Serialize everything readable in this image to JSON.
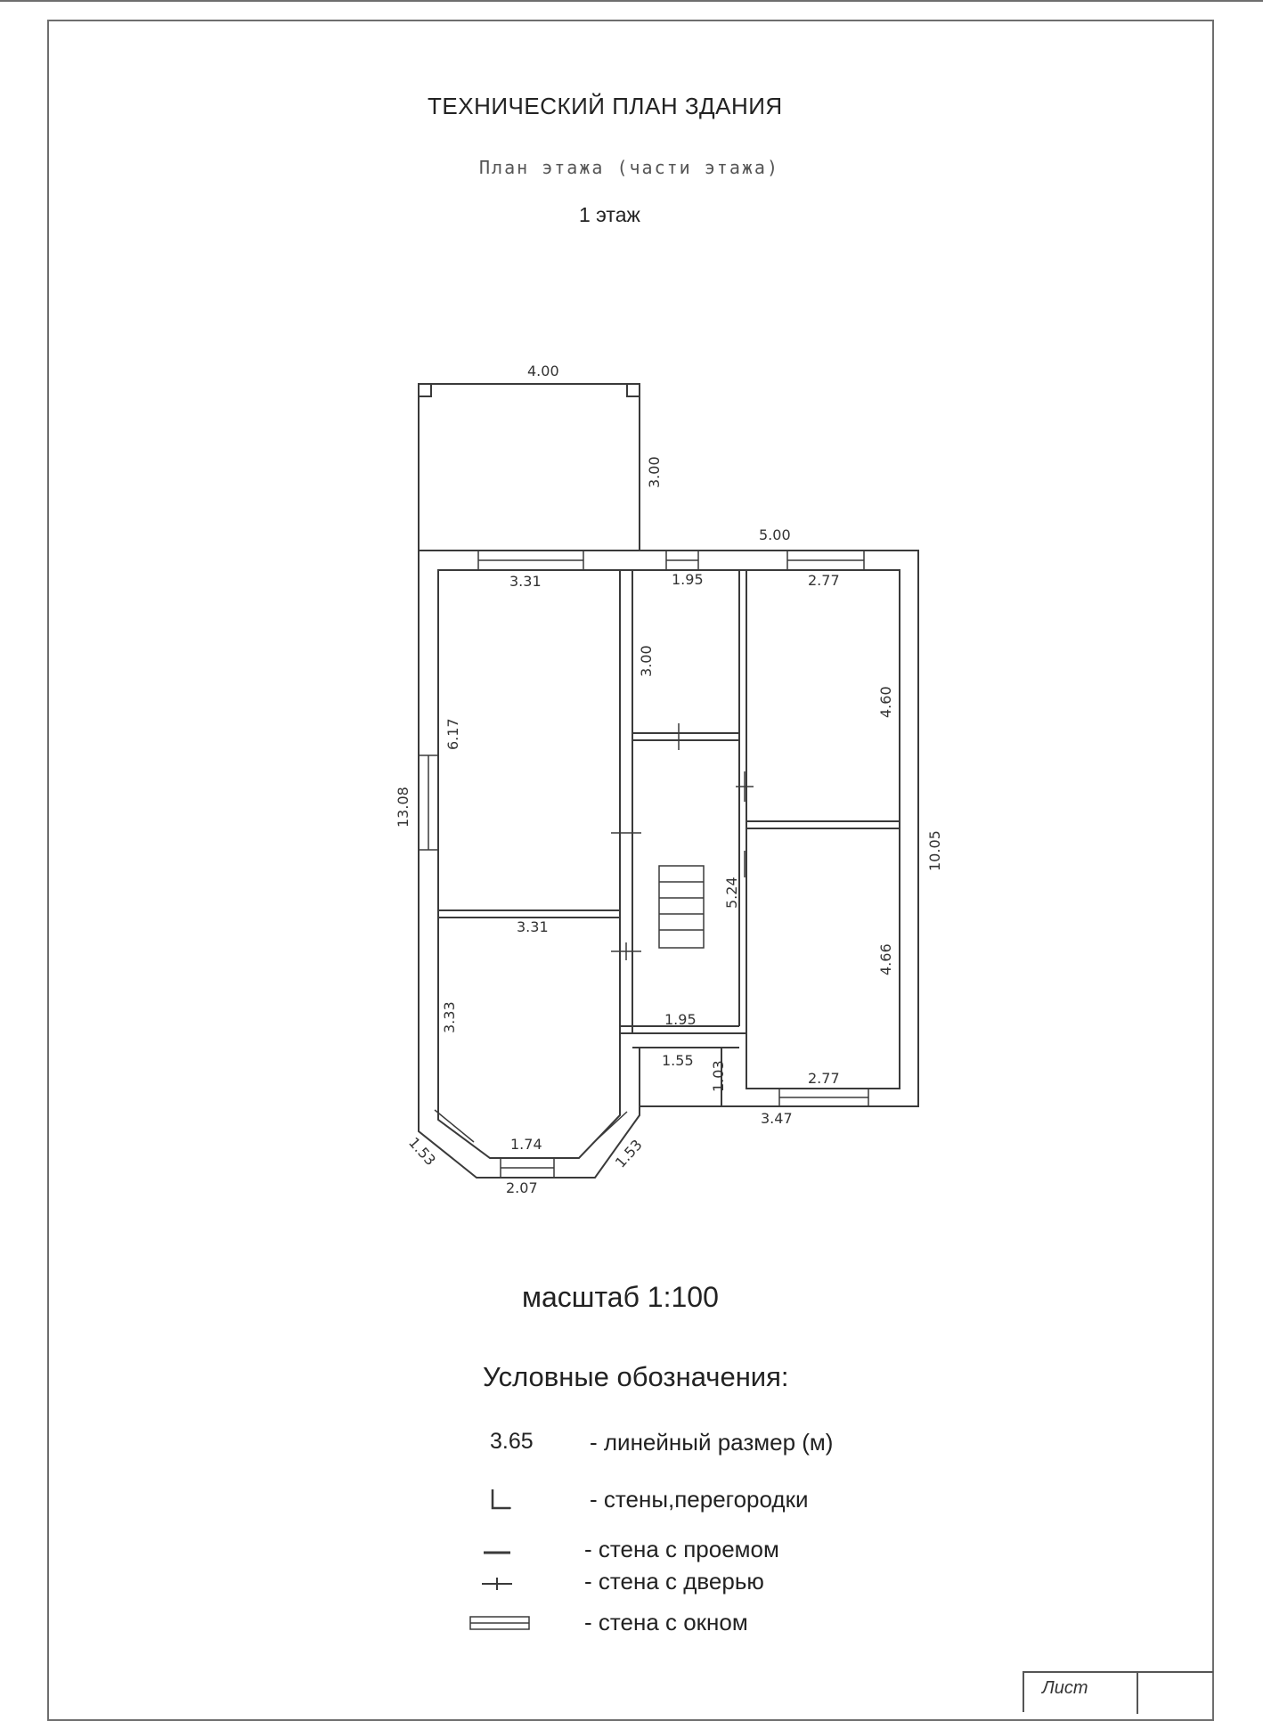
{
  "header": {
    "title": "ТЕХНИЧЕСКИЙ ПЛАН ЗДАНИЯ",
    "subtitle": "План этажа (части этажа)",
    "floor": "1 этаж"
  },
  "dimensions": {
    "porch_width": "4.00",
    "porch_depth": "3.00",
    "right_wing_width": "5.00",
    "room_a_top": "3.31",
    "room_b_top": "1.95",
    "room_c_top": "2.77",
    "room_b_depth": "3.00",
    "room_a_depth": "6.17",
    "room_c_depth": "4.60",
    "overall_left": "13.08",
    "overall_right": "10.05",
    "hall_length": "5.24",
    "room_d_top": "3.31",
    "room_e_depth": "4.66",
    "room_d_depth": "3.33",
    "hall_bottom": "1.95",
    "closet_width": "1.55",
    "closet_depth": "1.03",
    "room_e_bottom": "2.77",
    "right_bottom": "3.47",
    "bay_inner": "1.74",
    "bay_outer": "2.07",
    "bay_left_side": "1.53",
    "bay_right_side": "1.53"
  },
  "scale": "масштаб 1:100",
  "legend": {
    "title": "Условные обозначения:",
    "sample_value": "3.65",
    "items": [
      "- линейный размер (м)",
      "- стены,перегородки",
      "- стена с проемом",
      "- стена с дверью",
      "- стена с окном"
    ]
  },
  "stamp": {
    "label": "Лист"
  }
}
